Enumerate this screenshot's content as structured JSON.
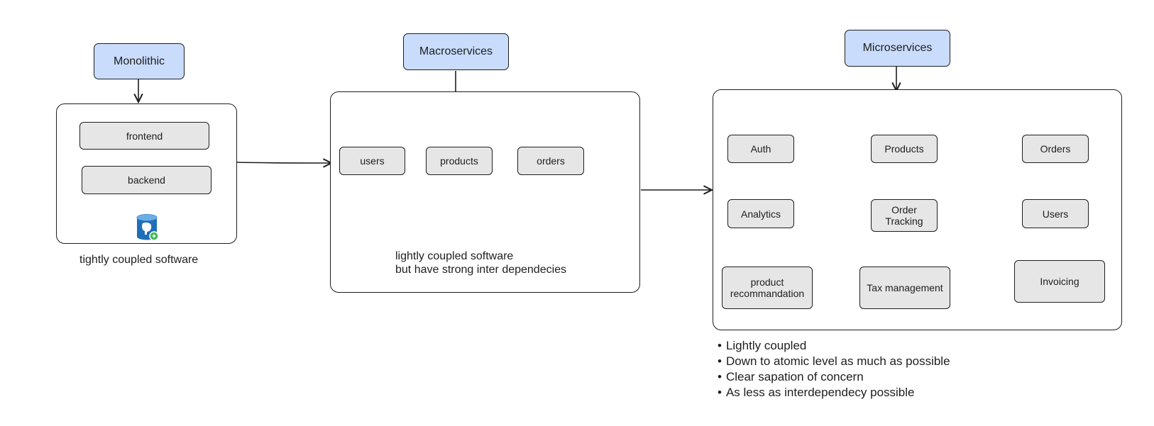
{
  "monolithic": {
    "title": "Monolithic",
    "layers": {
      "frontend": "frontend",
      "backend": "backend"
    },
    "database_icon": "postgresql-database-icon",
    "caption": "tightly coupled software"
  },
  "macroservices": {
    "title": "Macroservices",
    "services": [
      "users",
      "products",
      "orders"
    ],
    "caption_line1": "lightly coupled software",
    "caption_line2": "but have  strong inter dependecies"
  },
  "microservices": {
    "title": "Microservices",
    "services": [
      "Auth",
      "Products",
      "Orders",
      "Analytics",
      "Order Tracking",
      "Users",
      "product recommandation",
      "Tax management",
      "Invoicing"
    ],
    "bullets": [
      "Lightly coupled",
      "Down to atomic level as much as possible",
      "Clear sapation of concern",
      "As less as interdependecy possible"
    ]
  },
  "colors": {
    "title_fill": "#c9dcfb",
    "node_fill": "#e6e6e6",
    "stroke": "#1e1e1e",
    "db_blue": "#1f6fb8",
    "db_badge": "#3fb950"
  }
}
